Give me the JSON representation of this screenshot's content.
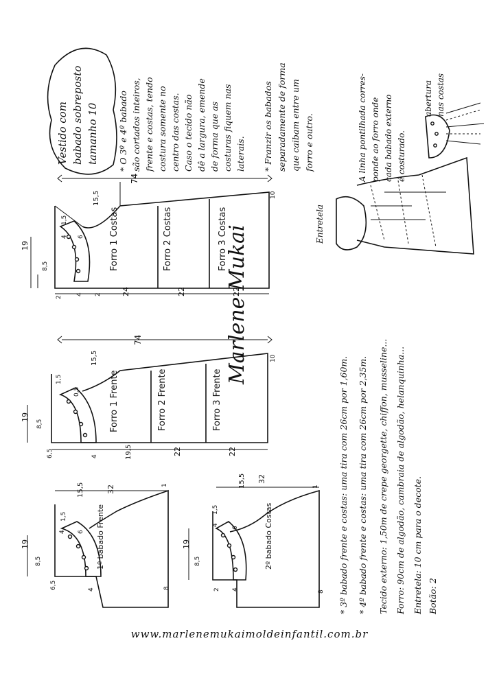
{
  "title": {
    "line1": "Vestido com",
    "line2": "babado sobreposto",
    "line3": "tamanho 10"
  },
  "notes": {
    "note1": [
      "* O 3º e 4º babado",
      "são cortados inteiros,",
      "frente e costas, tendo",
      "costura somente no",
      "centro das costas.",
      "Caso o tecido não",
      "dê a largura, emende",
      "de forma que as",
      "costuras fiquem nas",
      "laterais."
    ],
    "note2": [
      "* Franzir os babados",
      "separadamente de forma",
      "que caibam entre um",
      "forro e outro."
    ],
    "note3": [
      "A linha pontilhada corres-",
      "ponde ao forro onde",
      "cada babado externo",
      "é costurado."
    ],
    "abertura": [
      "abertura",
      "nas costas"
    ],
    "entretela": "Entretela"
  },
  "pieces": {
    "forro_costas": [
      "Forro 1 Costas",
      "Forro 2 Costas",
      "Forro 3 Costas"
    ],
    "forro_frente": [
      "Forro 1 Frente",
      "Forro 2 Frente",
      "Forro 3 Frente"
    ],
    "babado1": "1º babado Frente",
    "babado2": "2º babado Costas"
  },
  "dims": {
    "d19": "19",
    "d74": "74",
    "d15_5": "15,5",
    "d1_5": "1,5",
    "d8_5": "8,5",
    "d4": "4",
    "d6": "6",
    "d2": "2",
    "d24": "24",
    "d22": "22",
    "d10": "10",
    "d6_5": "6,5",
    "d19_5": "19,5",
    "d32": "32",
    "d1": "1",
    "d8": "8",
    "d0_5": "0,5"
  },
  "materials": [
    "* 3º babado frente e costas: uma tira com 26cm por 1,60m.",
    "* 4º babado frente e costas: uma tira com 26cm por 2,35m.",
    "Tecido externo: 1,50m de crepe georgette, chiffon, musseline...",
    "Forro: 90cm de algodão, cambraia de algodão, helanquinha...",
    "Entretela: 10 cm para o decote.",
    "Botão: 2"
  ],
  "signature": "Marlene Mukai",
  "footer": "www.marlenemukaimoldeinfantil.com.br"
}
